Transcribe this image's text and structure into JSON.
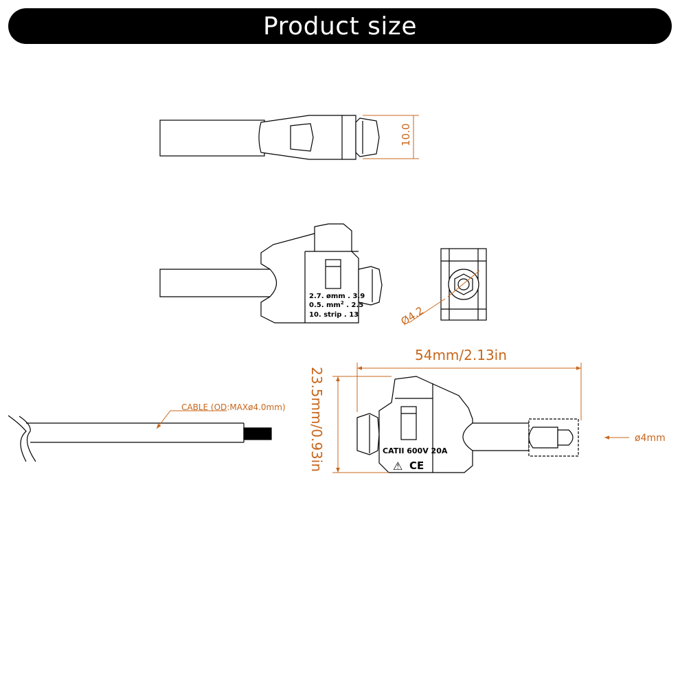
{
  "header": {
    "title": "Product size"
  },
  "dims": {
    "top_height": "10.0",
    "hole_dia": "Ø4.2",
    "length": "54mm/2.13in",
    "height": "23.5mm/0.93in",
    "pin_dia": "ø4mm",
    "cable": "CABLE (OD:MAXø4.0mm)"
  },
  "side_label": {
    "line1": "2.7. ømm . 3.9",
    "line2_a": "0.5. mm",
    "line2_sup": "2",
    "line2_b": " . 2.5",
    "line3": "10. strip . 13"
  },
  "front_label": {
    "rating": "CATII 600V 20A",
    "ce": "CE",
    "warning": "⚠"
  },
  "colors": {
    "dimension": "#c8661a",
    "banner": "#000000"
  }
}
